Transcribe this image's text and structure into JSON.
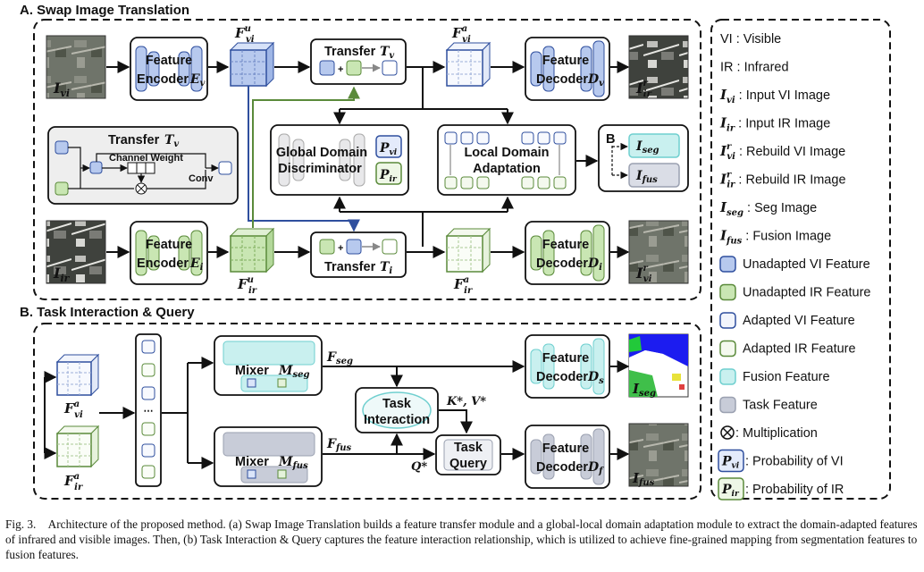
{
  "sections": {
    "a_title": "A. Swap Image Translation",
    "b_title": "B. Task Interaction & Query"
  },
  "blocks": {
    "feature_encoder_v": {
      "line1": "Feature",
      "line2": "Encoder",
      "var": "E",
      "sub": "v"
    },
    "feature_encoder_i": {
      "line1": "Feature",
      "line2": "Encoder",
      "var": "E",
      "sub": "i"
    },
    "transfer_v": {
      "label": "Transfer",
      "var": "T",
      "sub": "v"
    },
    "transfer_i": {
      "label": "Transfer",
      "var": "T",
      "sub": "i"
    },
    "feature_decoder_v": {
      "line1": "Feature",
      "line2": "Decoder",
      "var": "D",
      "sub": "v"
    },
    "feature_decoder_i": {
      "line1": "Feature",
      "line2": "Decoder",
      "var": "D",
      "sub": "i"
    },
    "transfer_detail": {
      "title": "Transfer",
      "var": "T",
      "sub": "v",
      "channel_weight": "Channel Weight",
      "conv": "Conv"
    },
    "global_domain": {
      "line1": "Global Domain",
      "line2": "Discriminator"
    },
    "local_domain": {
      "line1": "Local Domain",
      "line2": "Adaptation"
    },
    "b_box_label": "B",
    "mixer_seg": {
      "label": "Mixer",
      "var": "M",
      "sub": "seg"
    },
    "mixer_fus": {
      "label": "Mixer",
      "var": "M",
      "sub": "fus"
    },
    "task_interaction": {
      "line1": "Task",
      "line2": "Interaction"
    },
    "task_query": {
      "line1": "Task",
      "line2": "Query"
    },
    "feature_decoder_s": {
      "line1": "Feature",
      "line2": "Decoder",
      "var": "D",
      "sub": "s"
    },
    "feature_decoder_f": {
      "line1": "Feature",
      "line2": "Decoder",
      "var": "D",
      "sub": "f"
    }
  },
  "variables": {
    "I_vi": {
      "var": "I",
      "sub": "vi"
    },
    "I_ir": {
      "var": "I",
      "sub": "ir"
    },
    "I_ir_r": {
      "var": "I",
      "sub": "ir",
      "sup": "r"
    },
    "I_vi_r": {
      "var": "I",
      "sub": "vi",
      "sup": "r"
    },
    "F_vi_u": {
      "var": "F",
      "sub": "vi",
      "sup": "u"
    },
    "F_ir_u": {
      "var": "F",
      "sub": "ir",
      "sup": "u"
    },
    "F_vi_a": {
      "var": "F",
      "sub": "vi",
      "sup": "a"
    },
    "F_ir_a": {
      "var": "F",
      "sub": "ir",
      "sup": "a"
    },
    "P_vi": {
      "var": "P",
      "sub": "vi"
    },
    "P_ir": {
      "var": "P",
      "sub": "ir"
    },
    "I_seg": {
      "var": "I",
      "sub": "seg"
    },
    "I_fus": {
      "var": "I",
      "sub": "fus"
    },
    "F_seg": {
      "var": "F",
      "sub": "seg"
    },
    "F_fus": {
      "var": "F",
      "sub": "fus"
    },
    "KV": "K*, V*",
    "Q": "Q*"
  },
  "legend": [
    {
      "kind": "text",
      "key": "VI",
      "desc": " : Visible"
    },
    {
      "kind": "text",
      "key": "IR",
      "desc": " : Infrared"
    },
    {
      "kind": "var",
      "var": "I",
      "sub": "vi",
      "sup": "",
      "desc": " : Input VI Image"
    },
    {
      "kind": "var",
      "var": "I",
      "sub": "ir",
      "sup": "",
      "desc": " : Input IR Image"
    },
    {
      "kind": "var",
      "var": "I",
      "sub": "vi",
      "sup": "r",
      "desc": " : Rebuild VI Image"
    },
    {
      "kind": "var",
      "var": "I",
      "sub": "ir",
      "sup": "r",
      "desc": " : Rebuild IR Image"
    },
    {
      "kind": "var",
      "var": "I",
      "sub": "seg",
      "sup": "",
      "desc": " : Seg Image"
    },
    {
      "kind": "var",
      "var": "I",
      "sub": "fus",
      "sup": "",
      "desc": " : Fusion Image"
    },
    {
      "kind": "swatch",
      "fill": "#b7c9ee",
      "stroke": "#2f4f9e",
      "desc": "Unadapted VI Feature"
    },
    {
      "kind": "swatch",
      "fill": "#c9e6b3",
      "stroke": "#5a8a3a",
      "desc": "Unadapted IR Feature"
    },
    {
      "kind": "swatch",
      "fill": "#f2f5fc",
      "stroke": "#2f4f9e",
      "desc": "Adapted VI Feature"
    },
    {
      "kind": "swatch",
      "fill": "#f4f9ee",
      "stroke": "#5a8a3a",
      "desc": "Adapted IR Feature"
    },
    {
      "kind": "swatch",
      "fill": "#c9f0ef",
      "stroke": "#6fcfcf",
      "desc": "Fusion Feature"
    },
    {
      "kind": "swatch",
      "fill": "#c8ccd8",
      "stroke": "#9aa0b0",
      "desc": "Task Feature"
    },
    {
      "kind": "otimes",
      "desc": " : Multiplication"
    },
    {
      "kind": "pbox",
      "var": "P",
      "sub": "vi",
      "fill": "#e4ebfb",
      "stroke": "#2f4f9e",
      "desc": " : Probability of VI"
    },
    {
      "kind": "pbox",
      "var": "P",
      "sub": "ir",
      "fill": "#eef7e6",
      "stroke": "#5a8a3a",
      "desc": " : Probability of IR"
    }
  ],
  "colors": {
    "vi_blue": "#2f4f9e",
    "ir_green": "#5a8a3a",
    "vi_fill": "#b7c9ee",
    "ir_fill": "#c9e6b3",
    "fusion_fill": "#c9f0ef",
    "task_fill": "#c8ccd8",
    "panel_gray": "#eeeeee"
  },
  "caption": {
    "label": "Fig. 3.",
    "text": "Architecture of the proposed method. (a) Swap Image Translation builds a feature transfer module and a global-local domain adaptation module to extract the domain-adapted features of infrared and visible images. Then, (b) Task Interaction & Query captures the feature interaction relationship, which is utilized to achieve fine-grained mapping from segmentation features to fusion features."
  }
}
